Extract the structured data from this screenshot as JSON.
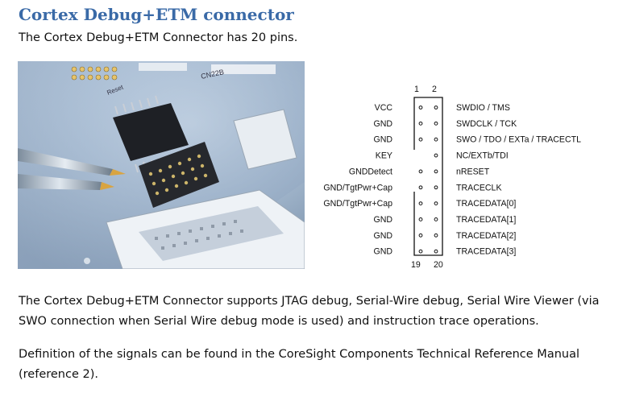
{
  "title": "Cortex Debug+ETM connector",
  "intro": "The Cortex Debug+ETM Connector has 20 pins.",
  "pinout": {
    "top_numbers": [
      "1",
      "2"
    ],
    "bottom_numbers": [
      "19",
      "20"
    ],
    "left_labels": [
      "VCC",
      "GND",
      "GND",
      "KEY",
      "GNDDetect",
      "GND/TgtPwr+Cap",
      "GND/TgtPwr+Cap",
      "GND",
      "GND",
      "GND"
    ],
    "right_labels": [
      "SWDIO / TMS",
      "SWDCLK / TCK",
      "SWO / TDO / EXTa / TRACECTL",
      "NC/EXTb/TDI",
      "nRESET",
      "TRACECLK",
      "TRACEDATA[0]",
      "TRACEDATA[1]",
      "TRACEDATA[2]",
      "TRACEDATA[3]"
    ],
    "key_row_index": 3
  },
  "photo_labels": [
    "CN22B",
    "Reset"
  ],
  "paragraphs": [
    "The Cortex Debug+ETM Connector supports JTAG debug, Serial-Wire debug, Serial Wire Viewer (via SWO connection when Serial Wire debug mode is used) and instruction trace operations.",
    "Definition of the signals can be found in the CoreSight Components Technical Reference Manual (reference 2)."
  ]
}
